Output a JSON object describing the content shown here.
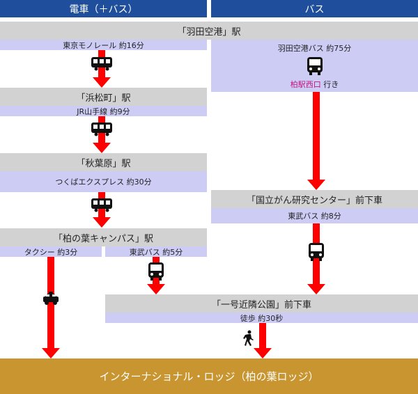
{
  "headers": {
    "train": "電車（＋バス）",
    "bus": "バス"
  },
  "stations": {
    "haneda": "「羽田空港」駅",
    "hamamatsucho": "「浜松町」駅",
    "akihabara": "「秋葉原」駅",
    "kashiwanoha": "「柏の葉キャンパス」駅",
    "cancer_center": "「国立がん研究センター」前下車",
    "ichigo_park": "「一号近隣公園」前下車"
  },
  "routes": {
    "monorail": "東京モノレール 約16分",
    "yamanote": "JR山手線 約9分",
    "tsukuba": "つくばエクスプレス 約30分",
    "taxi": "タクシー 約3分",
    "tobu_bus_1": "東武バス 約5分",
    "tobu_bus_2": "東武バス 約8分",
    "walk": "徒歩 約30秒",
    "haneda_bus": "羽田空港バス 約75分",
    "haneda_bus_dest_station": "柏駅西口",
    "haneda_bus_dest_suffix": " 行き"
  },
  "destination": "インターナショナル・ロッジ（柏の葉ロッジ）",
  "colors": {
    "header": "#1f4f9c",
    "station": "#d2d2d2",
    "route": "#ccccf5",
    "arrow": "#ff0000",
    "destination": "#c99530",
    "highlight": "#c21480"
  },
  "icons": [
    "train-icon",
    "bus-icon",
    "taxi-icon",
    "walking-person-icon"
  ]
}
